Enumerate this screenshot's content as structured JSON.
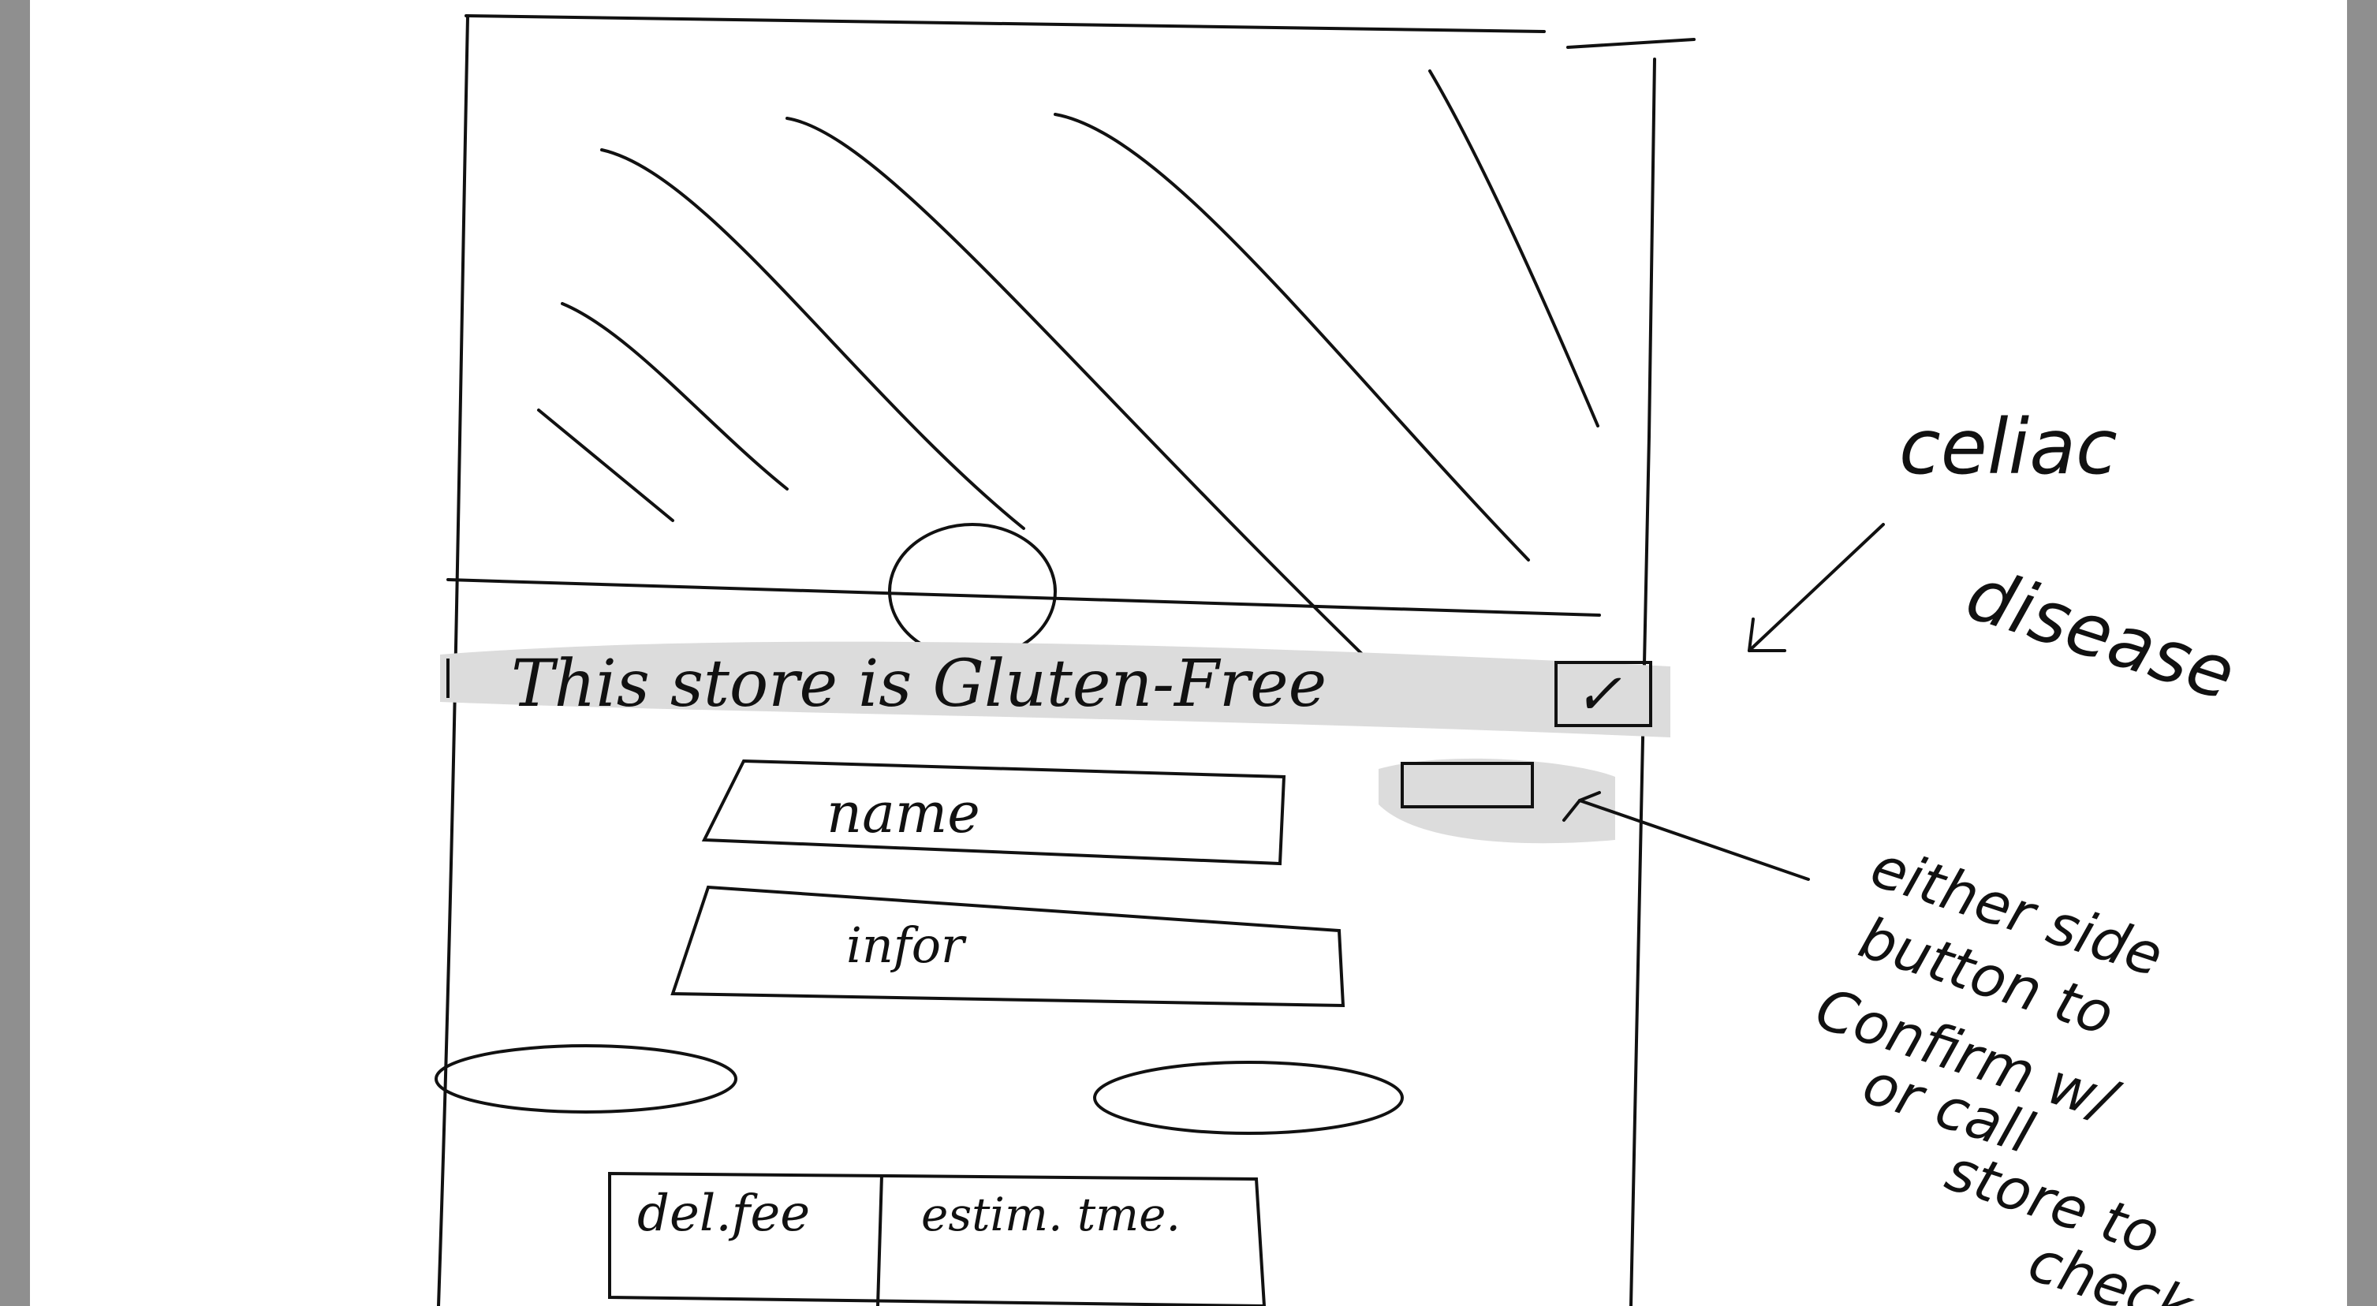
{
  "sketch": {
    "banner_text": "This store is Gluten-Free",
    "checkmark_glyph": "✓",
    "name_field_label": "name",
    "info_field_label": "infor",
    "delivery_fee_label": "del.fee",
    "estimated_time_label": "estim. tme."
  },
  "annotations": {
    "condition_line1": "celiac",
    "condition_line2": "disease",
    "side_button_note": [
      "either side",
      "button to",
      "Confirm w/",
      "or call",
      "store to",
      "check"
    ]
  },
  "colors": {
    "background": "#8f8f8f",
    "paper": "#ffffff",
    "ink": "#111111",
    "highlight": "#dcdcdc"
  }
}
